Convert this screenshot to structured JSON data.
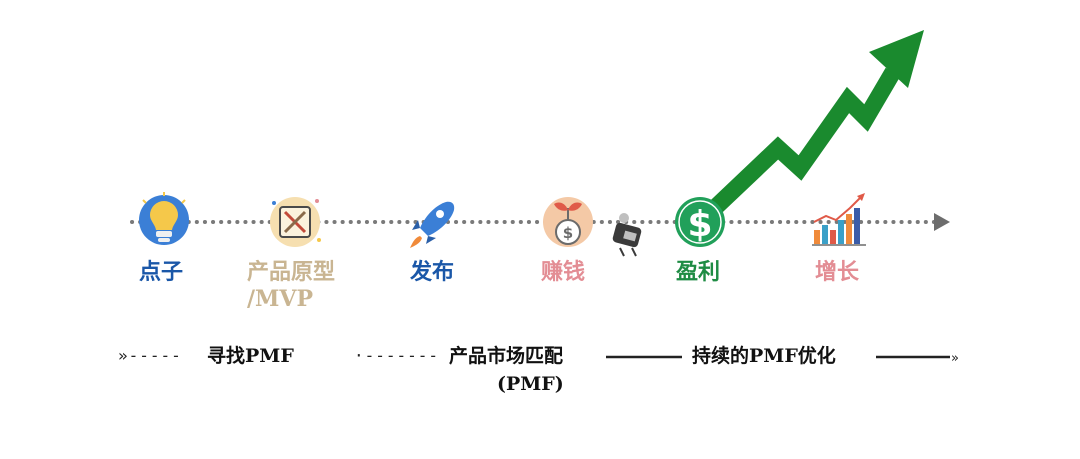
{
  "stages": [
    {
      "label": "点子",
      "color": "#1a57a8",
      "icon": "lightbulb-icon"
    },
    {
      "label": "产品原型",
      "label2": "/MVP",
      "color": "#c9b592",
      "icon": "prototype-icon"
    },
    {
      "label": "发布",
      "color": "#1a57a8",
      "icon": "rocket-icon"
    },
    {
      "label": "赚钱",
      "color": "#e38d94",
      "icon": "money-plant-icon"
    },
    {
      "label": "盈利",
      "color": "#1f8c44",
      "icon": "dollar-icon"
    },
    {
      "label": "增长",
      "color": "#e38d94",
      "icon": "growth-chart-icon"
    }
  ],
  "phases": {
    "find": "寻找PMF",
    "match": "产品市场匹配",
    "match_sub": "(PMF)",
    "optimize": "持续的PMF优化"
  },
  "colors": {
    "arrow_green": "#1a8a2e",
    "timeline_gray": "#7a7a7a",
    "dollar_green": "#21a05a",
    "bulb_blue": "#3b7fd6"
  }
}
